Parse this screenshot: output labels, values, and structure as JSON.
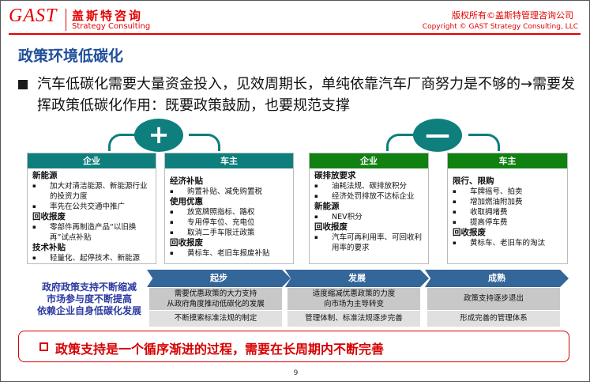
{
  "header": {
    "logo": "GAST",
    "brand_cn": "盖斯特咨询",
    "brand_en": "Strategy Consulting",
    "copyright_cn": "版权所有©盖斯特管理咨询公司",
    "copyright_en": "Copyright © GAST Strategy Consulting, LLC"
  },
  "title": "政策环境低碳化",
  "bullet": "汽车低碳化需要大量资金投入，见效周期长，单纯依靠汽车厂商努力是不够的→需要发挥政策低碳化作用：既要政策鼓励，也要规范支撑",
  "plus": "+",
  "minus": "—",
  "boxes": [
    {
      "header": "企业",
      "lines": [
        {
          "h": "新能源"
        },
        {
          "i": "加大对清洁能源、新能源行业的投资力度"
        },
        {
          "i": "率先在公共交通中推广"
        },
        {
          "h": "回收报废"
        },
        {
          "i": "零部件再制造产品“以旧换再”试点补贴"
        },
        {
          "h": "技术补贴"
        },
        {
          "i": "轻量化、起停技术、新能源"
        }
      ]
    },
    {
      "header": "车主",
      "lines": [
        {
          "h": "经济补贴"
        },
        {
          "i": "购置补贴、减免购置税"
        },
        {
          "h": "使用优惠"
        },
        {
          "i": "放宽牌照指标、路权"
        },
        {
          "i": "专用停车位、充电位"
        },
        {
          "i": "取消二手车限迁政策"
        },
        {
          "h": "回收报废"
        },
        {
          "i": "黄标车、老旧车报废补贴"
        }
      ]
    },
    {
      "header": "企业",
      "lines": [
        {
          "h": "碳排放要求"
        },
        {
          "i": "油耗法规、碳排放积分"
        },
        {
          "i": "经济处罚排放不达标企业"
        },
        {
          "h": "新能源"
        },
        {
          "i": "NEV积分"
        },
        {
          "h": "回收报废"
        },
        {
          "i": "汽车可再利用率、可回收利用率的要求"
        }
      ]
    },
    {
      "header": "车主",
      "lines": [
        {
          "h": "限行、限购"
        },
        {
          "i": "车牌摇号、拍卖"
        },
        {
          "i": "增加燃油附加费"
        },
        {
          "i": "收取拥堵费"
        },
        {
          "i": "提高停车费"
        },
        {
          "h": "回收报废"
        },
        {
          "i": "黄标车、老旧车的淘汰"
        }
      ]
    }
  ],
  "left_text": [
    "政府政策支持不断缩减",
    "市场参与度不断提高",
    "依赖企业自身低碳化发展"
  ],
  "stages": [
    {
      "name": "起步",
      "row1": "需要优惠政策的大力支持\n从政府角度推动低碳化的发展",
      "row2": "不断摸索标准法规的制定"
    },
    {
      "name": "发展",
      "row1": "适度缩减优惠政策的力度\n向市场为主导转变",
      "row2": "管理体制、标准法规逐步完善"
    },
    {
      "name": "成熟",
      "row1": "政策支持逐步退出",
      "row2": "形成完善的管理体系"
    }
  ],
  "conclusion": "政策支持是一个循序渐进的过程，需要在长周期内不断完善",
  "page": "9"
}
